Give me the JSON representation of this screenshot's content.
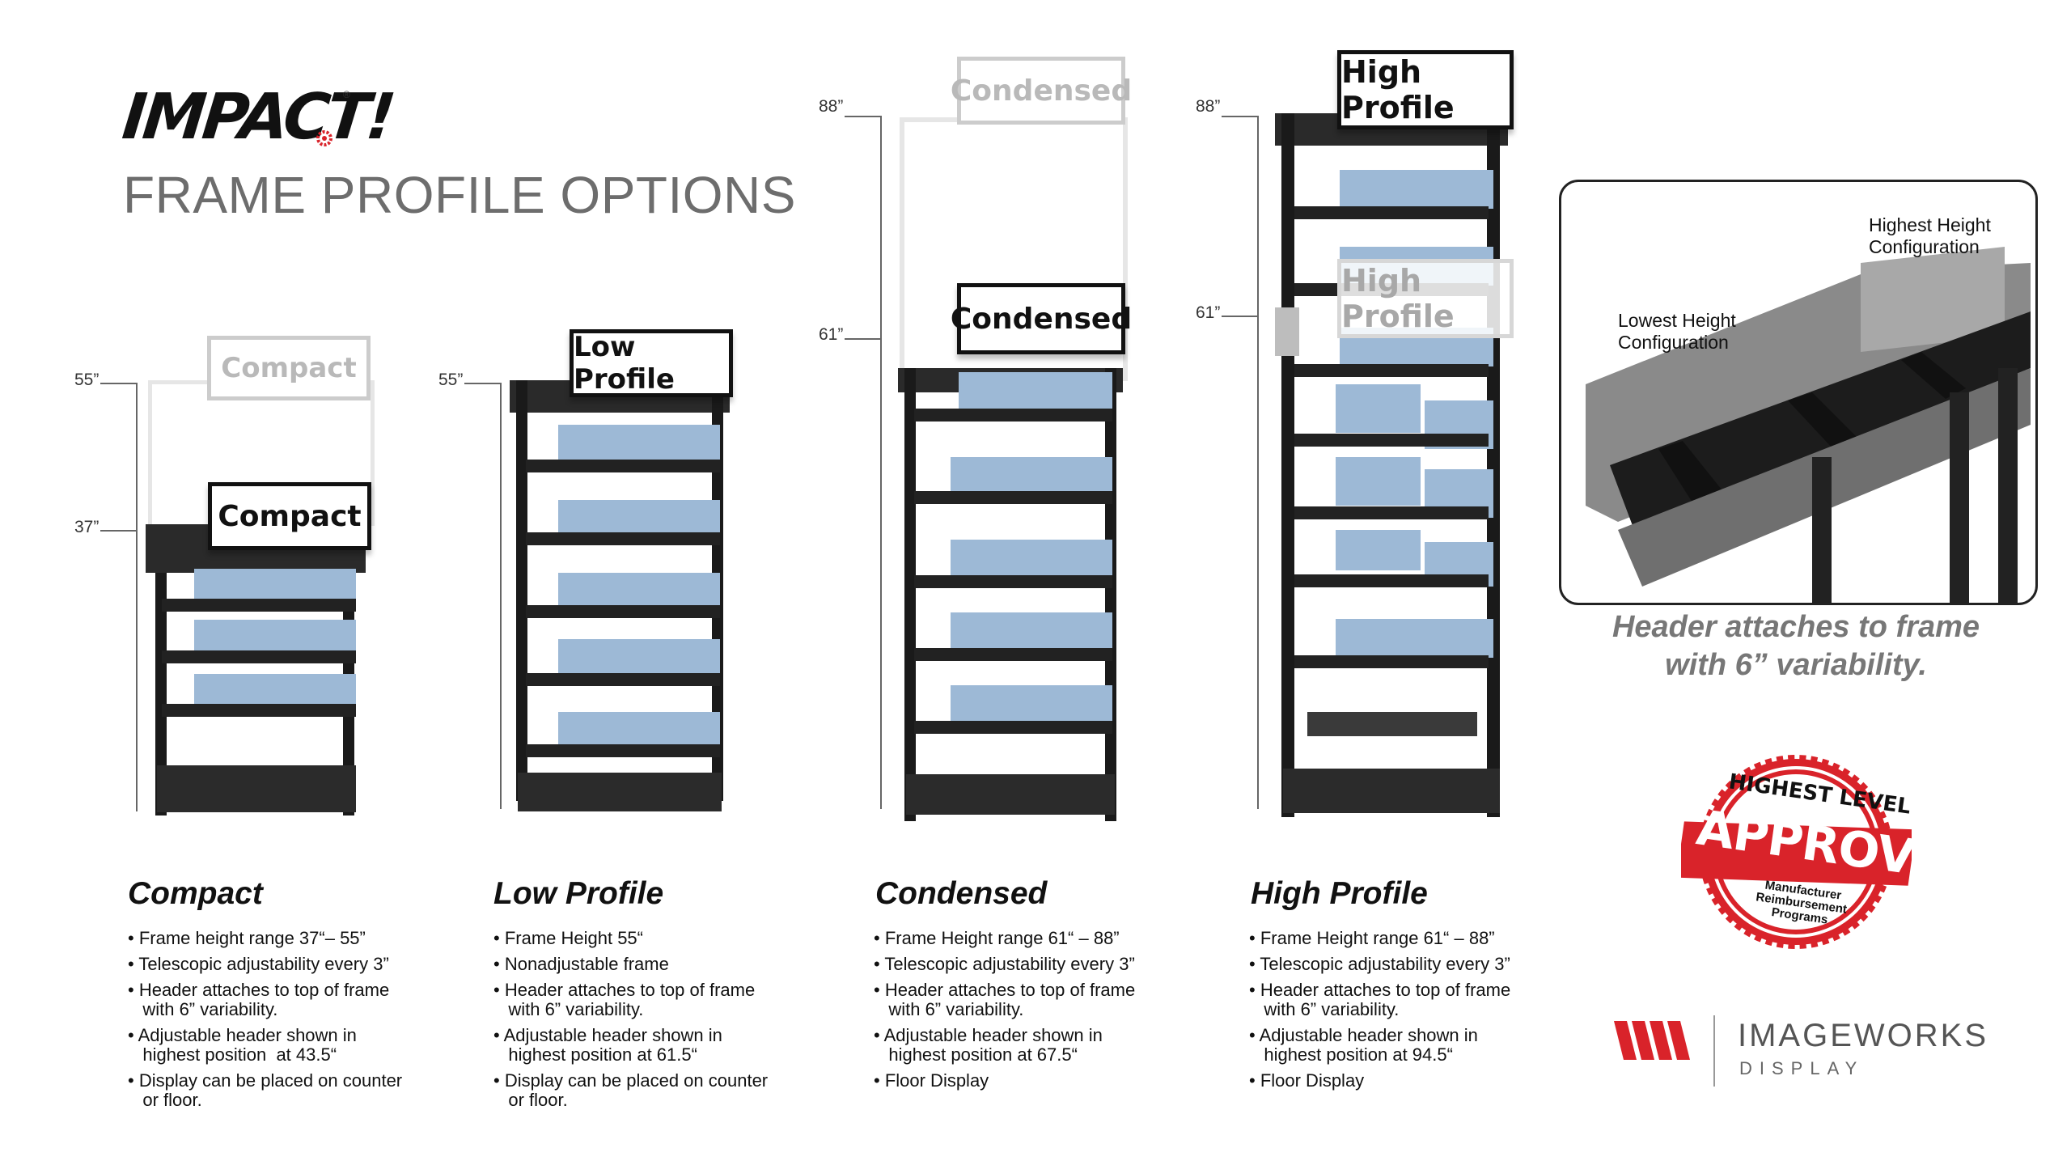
{
  "brand": {
    "name": "IMPACT!",
    "registered": "®"
  },
  "page_title": "FRAME PROFILE OPTIONS",
  "displays": [
    {
      "name": "Compact",
      "sign": "Compact",
      "dim_top": "55”",
      "dim_low": "37”",
      "bullets": [
        "• Frame height range 37“– 55”",
        "• Telescopic adjustability every 3”",
        "• Header attaches to top of frame\n   with 6” variability.",
        "• Adjustable header shown in\n   highest position  at 43.5“",
        "• Display can be placed on counter\n   or floor."
      ]
    },
    {
      "name": "Low Profile",
      "sign": "Low Profile",
      "dim_top": "55”",
      "bullets": [
        "• Frame Height 55“",
        "• Nonadjustable frame",
        "• Header attaches to top of frame\n   with 6” variability.",
        "• Adjustable header shown in\n   highest position at 61.5“",
        "• Display can be placed on counter\n   or floor."
      ]
    },
    {
      "name": "Condensed",
      "sign": "Condensed",
      "dim_top": "88”",
      "dim_low": "61”",
      "bullets": [
        "• Frame Height range 61“ – 88”",
        "• Telescopic adjustability every 3”",
        "• Header attaches to top of frame\n   with 6” variability.",
        "• Adjustable header shown in\n   highest position at 67.5“",
        "• Floor Display"
      ]
    },
    {
      "name": "High Profile",
      "sign": "High Profile",
      "dim_top": "88”",
      "dim_low": "61”",
      "bullets": [
        "• Frame Height range 61“ – 88”",
        "• Telescopic adjustability every 3”",
        "• Header attaches to top of frame\n   with 6” variability.",
        "• Adjustable header shown in\n   highest position at 94.5“",
        "• Floor Display"
      ]
    }
  ],
  "inset": {
    "label_high": "Highest Height\nConfiguration",
    "label_low": "Lowest Height\nConfiguration",
    "caption": "Header attaches to frame\nwith 6” variability."
  },
  "badge": {
    "top": "HIGHEST LEVEL",
    "main": "APPROVED",
    "bottom": "Manufacturer\nReimbursement\nPrograms"
  },
  "company": {
    "name": "IMAGEWORKS",
    "sub": "DISPLAY"
  },
  "colors": {
    "shelf": "#1e1e1e",
    "product": "#9db9d6",
    "badge_red": "#d9232a",
    "title_gray": "#6d6d6d"
  }
}
